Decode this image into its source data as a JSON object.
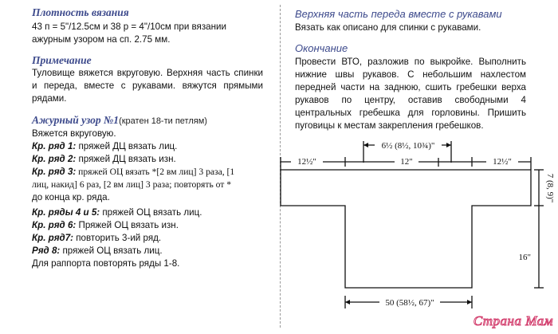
{
  "left": {
    "gauge_title": "Плотность вязания",
    "gauge_line1": "43 п = 5\"/12.5см и 38 р = 4\"/10см при вязании",
    "gauge_line2": "ажурным узором на сп. 2.75 мм.",
    "note_title": "Примечание",
    "note_text": "Туловище вяжется вкруговую. Верхняя часть спинки и переда, вместе с рукавами. вяжутся прямыми рядами.",
    "pattern_title": "Ажурный узор №1",
    "pattern_note": "(кратен 18-ти петлям)",
    "pattern_intro": "Вяжется вкруговую.",
    "rows": [
      {
        "label": "Кр. ряд 1:",
        "text": " пряжей ДЦ вязать лиц."
      },
      {
        "label": "Кр. ряд 2:",
        "text": " пряжей ДЦ вязать изн."
      },
      {
        "label": "Кр. ряд 3:",
        "text": " пряжей ОЦ вязать *[2 вм лиц] 3 раза, [1"
      },
      {
        "label": "",
        "text": "лиц, накид] 6 раз, [2 вм лиц] 3 раза; повторять от *"
      },
      {
        "label": "",
        "text": "до конца кр. ряда."
      },
      {
        "label": "Кр. ряды 4 и 5:",
        "text": " пряжей ОЦ вязать лиц."
      },
      {
        "label": "Кр. ряд 6:",
        "text": " Пряжей ОЦ вязать изн."
      },
      {
        "label": "Кр. ряд7:",
        "text": " повторить 3-ий ряд."
      },
      {
        "label": "Ряд 8:",
        "text": " пряжей ОЦ вязать лиц."
      },
      {
        "label": "",
        "text": "Для раппорта повторять ряды 1-8."
      }
    ]
  },
  "right": {
    "upper_title": "Верхняя часть переда вместе с рукавами",
    "upper_text": "Вязать как описано для спинки с рукавами.",
    "finish_title": "Окончание",
    "finish_text": "Провести ВТО, разложив по выкройке. Выполнить нижние швы рукавов. С небольшим нахлестом передней части на заднюю, сшить гребешки верха рукавов по центру, оставив свободными 4 центральных гребешка для горловины. Пришить пуговицы к местам закрепления гребешков."
  },
  "diagram": {
    "dim_sleeve_left": "12½\"",
    "dim_center": "12\"",
    "dim_sleeve_right": "12½\"",
    "dim_neck": "6½ (8½, 10¾)\"",
    "dim_sleeve_height": "7 (8, 9)\"",
    "dim_body_height": "16\"",
    "dim_width": "50 (58½, 67)\""
  },
  "watermark": "Страна Мам",
  "colors": {
    "heading": "#3d4a8c",
    "watermark": "#d23b6b"
  }
}
